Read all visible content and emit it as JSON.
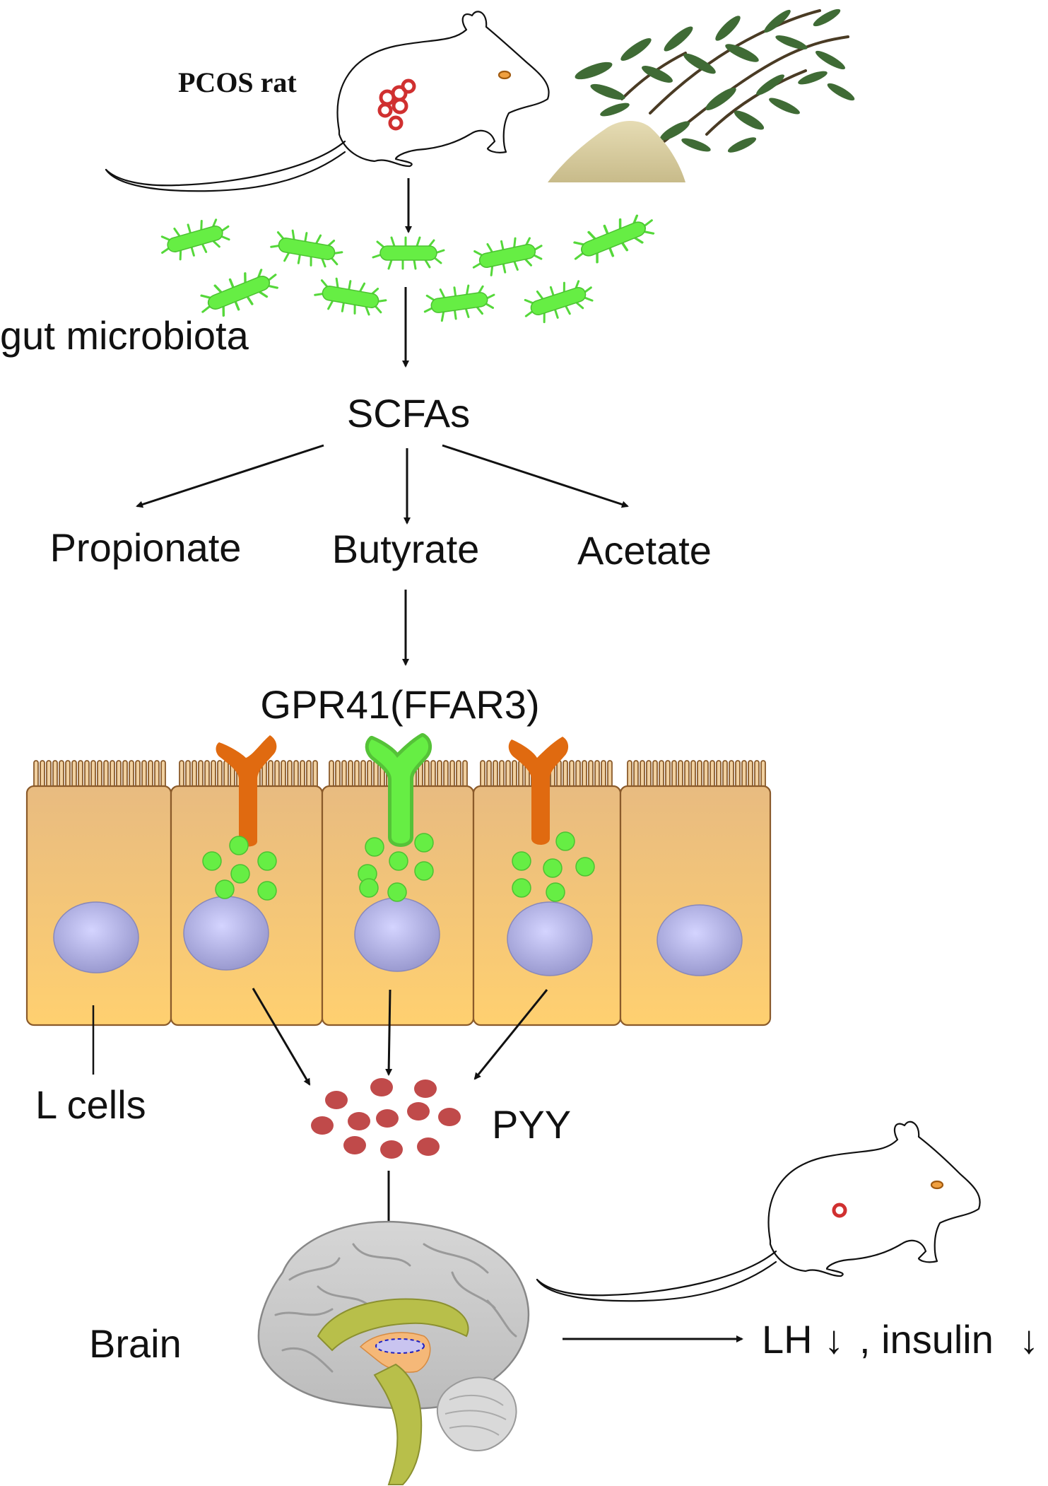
{
  "labels": {
    "pcos_rat": "PCOS rat",
    "gut_microbiota": "gut microbiota",
    "scfas": "SCFAs",
    "propionate": "Propionate",
    "butyrate": "Butyrate",
    "acetate": "Acetate",
    "receptor": "GPR41(FFAR3)",
    "l_cells": "L cells",
    "pyy": "PYY",
    "brain": "Brain",
    "lh": "LH",
    "down_arrow": "↓",
    "insulin": ", insulin"
  },
  "colors": {
    "bacteria": "#66ee44",
    "cell_fill_top": "#e8bb80",
    "cell_fill_bottom": "#ffd070",
    "cell_stroke": "#8a5a2a",
    "nucleus": "#b8b8ee",
    "receptor_inactive": "#e06a10",
    "receptor_active": "#66ee44",
    "vesicle": "#66ee44",
    "pyy_granule": "#c04a4a",
    "ovary_cyst": "#d03030",
    "plant": "#3f6b35",
    "powder": "#d8cfa8"
  },
  "icons": [
    "rat-icon",
    "plant-icon",
    "powder-icon",
    "bacteria-icon",
    "brain-icon"
  ]
}
